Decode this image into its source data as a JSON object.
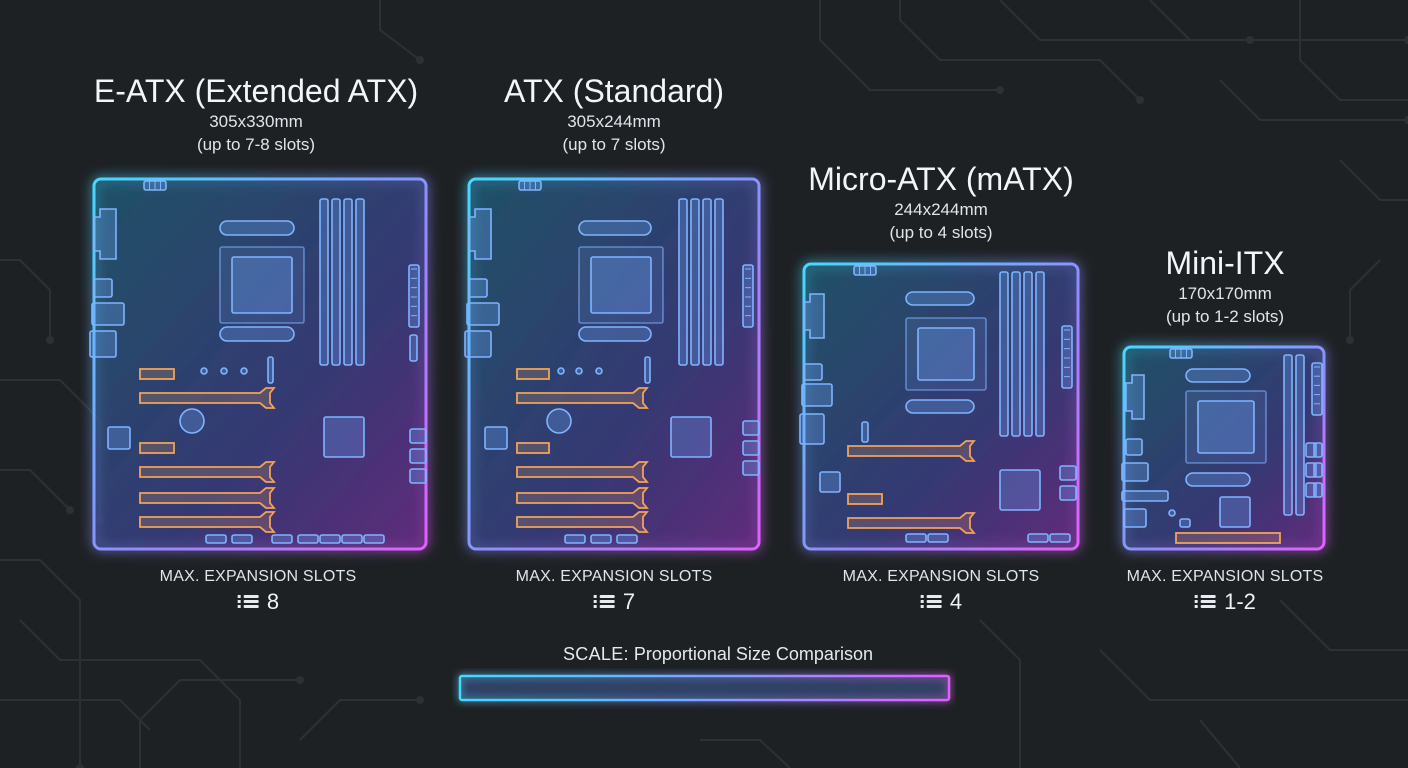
{
  "boards": [
    {
      "id": "eatx",
      "title": "E-ATX (Extended ATX)",
      "dims": "305x330mm",
      "slots_note": "(up to 7-8 slots)",
      "max_label": "MAX. EXPANSION SLOTS",
      "max_value": "8",
      "icon": "expansion-slots-icon"
    },
    {
      "id": "atx",
      "title": "ATX (Standard)",
      "dims": "305x244mm",
      "slots_note": "(up to 7 slots)",
      "max_label": "MAX. EXPANSION SLOTS",
      "max_value": "7",
      "icon": "expansion-slots-icon"
    },
    {
      "id": "matx",
      "title": "Micro-ATX (mATX)",
      "dims": "244x244mm",
      "slots_note": "(up to 4 slots)",
      "max_label": "MAX. EXPANSION SLOTS",
      "max_value": "4",
      "icon": "expansion-slots-icon"
    },
    {
      "id": "itx",
      "title": "Mini-ITX",
      "dims": "170x170mm",
      "slots_note": "(up to 1-2 slots)",
      "max_label": "MAX. EXPANSION SLOTS",
      "max_value": "1-2",
      "icon": "expansion-slots-icon"
    }
  ],
  "scale": {
    "label_bold": "SCALE:",
    "label_rest": " Proportional Size Comparison"
  },
  "colors": {
    "background": "#1e2124",
    "cyan": "#46d8ff",
    "magenta": "#d35cff",
    "slot_orange": "#f0a35a",
    "component_blue": "#7fb4ff"
  }
}
